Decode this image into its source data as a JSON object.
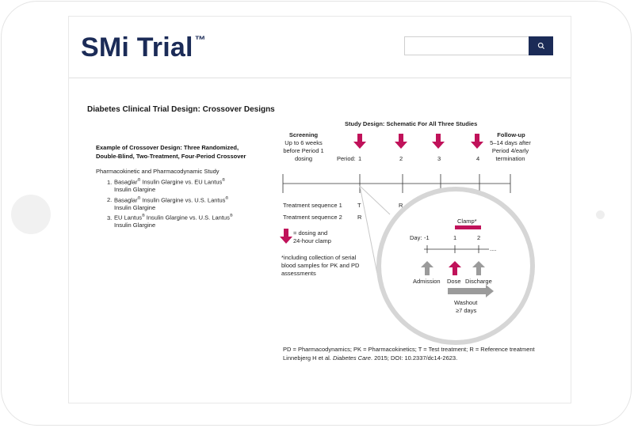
{
  "header": {
    "logo_text": "SMi Trial",
    "logo_tm": "™",
    "search_placeholder": "",
    "search_icon": "search-icon"
  },
  "slide": {
    "title": "Diabetes Clinical Trial Design: Crossover Designs",
    "example_title_line1": "Example of Crossover Design: Three Randomized,",
    "example_title_line2": "Double-Blind, Two-Treatment, Four-Period Crossover",
    "pk_title": "Pharmacokinetic and Pharmacodynamic Study",
    "list": [
      {
        "num": "1.",
        "line1a": "Basaglar",
        "line1b": " Insulin Glargine vs. EU Lantus",
        "line2": "Insulin Glargine"
      },
      {
        "num": "2.",
        "line1a": "Basaglar",
        "line1b": " Insulin Glargine vs. U.S. Lantus",
        "line2": "Insulin Glargine"
      },
      {
        "num": "3.",
        "line1a": "EU Lantus",
        "line1b": " Insulin Glargine vs. U.S. Lantus",
        "line2": "Insulin Glargine"
      }
    ],
    "reg": "®",
    "schematic_title": "Study Design: Schematic For All Three Studies",
    "screening_title": "Screening",
    "screening_lines": [
      "Up to 6 weeks",
      "before Period 1",
      "dosing"
    ],
    "followup_title": "Follow-up",
    "followup_lines": [
      "5–14 days after",
      "Period 4/early",
      "termination"
    ],
    "period_label": "Period:",
    "periods": [
      "1",
      "2",
      "3",
      "4"
    ],
    "seq1_label": "Treatment sequence 1",
    "seq1_values": [
      "T",
      "R"
    ],
    "seq2_label": "Treatment sequence 2",
    "seq2_values": [
      "R"
    ],
    "legend_line1": "= dosing and",
    "legend_line2": "24-hour clamp",
    "note_lines": [
      "*including collection of serial",
      "blood samples for PK and PD",
      "assessments"
    ],
    "clamp_label": "Clamp*",
    "day_label": "Day:",
    "days": [
      "-1",
      "1",
      "2"
    ],
    "ellipsis": "....",
    "admission": "Admission",
    "dose": "Dose",
    "discharge": "Discharge",
    "washout_line1": "Washout",
    "washout_line2": "≥7 days",
    "footer_line1": "PD = Pharmacodynamics; PK = Pharmacokinetics; T = Test treatment; R = Reference treatment",
    "footer_line2a": "Linnebjerg H et al. ",
    "footer_line2b": "Diabetes Care",
    "footer_line2c": ". 2015; DOI: 10.2337/dc14-2623."
  },
  "colors": {
    "brand_navy": "#1b2b57",
    "accent_magenta": "#c0125a",
    "arrow_gray": "#9b9b9b"
  }
}
